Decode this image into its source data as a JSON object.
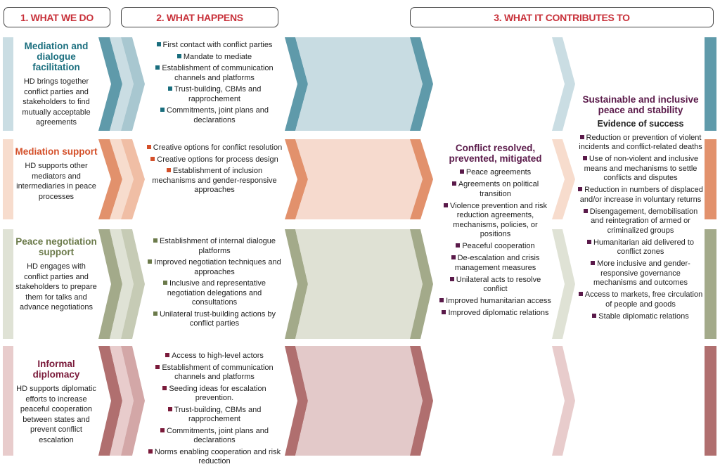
{
  "headers": [
    "1. WHAT WE DO",
    "2. WHAT HAPPENS",
    "3. WHAT IT CONTRIBUTES TO"
  ],
  "rows": [
    {
      "title": "Mediation and dialogue facilitation",
      "desc": "HD brings together conflict parties and stakeholders to find mutually acceptable agreements",
      "title_color": "#1a6e7e",
      "dark": "#5f9aaa",
      "light": "#cadde3",
      "mid": "#a8c7d0",
      "fill": "#c8dce2",
      "bullet": "#1a6e7e",
      "items": [
        "First contact with conflict parties",
        "Mandate to mediate",
        "Establishment of communication channels and platforms",
        "Trust-building, CBMs and rapprochement",
        "Commitments, joint plans and declarations"
      ]
    },
    {
      "title": "Mediation support",
      "desc": "HD supports other mediators and intermediaries in peace processes",
      "title_color": "#d4502a",
      "dark": "#e2916c",
      "light": "#f7dccd",
      "mid": "#f0bea5",
      "fill": "#f6dace",
      "bullet": "#d4502a",
      "items": [
        "Creative options for conflict resolution",
        "Creative options for process design",
        "Establishment of inclusion mechanisms and gender-responsive approaches"
      ]
    },
    {
      "title": "Peace negotiation support",
      "desc": "HD engages with conflict parties and stakeholders to prepare them for talks and advance negotiations",
      "title_color": "#6b7a4a",
      "dark": "#a3aa8a",
      "light": "#dfe2d5",
      "mid": "#c6cbb5",
      "fill": "#dfe1d4",
      "bullet": "#6b7a4a",
      "items": [
        "Establishment of internal dialogue platforms",
        "Improved negotiation techniques and approaches",
        "Inclusive and representative negotiation delegations and consultations",
        "Unilateral trust-building actions by conflict parties"
      ]
    },
    {
      "title": "Informal diplomacy",
      "desc": "HD supports diplomatic efforts to increase peaceful cooperation between states and prevent conflict escalation",
      "title_color": "#7a1a3a",
      "dark": "#b06f6f",
      "light": "#e8cccc",
      "mid": "#d3a7a7",
      "fill": "#e3c9c9",
      "bullet": "#7a1a3a",
      "items": [
        "Access to high-level actors",
        "Establishment of communication channels and platforms",
        "Seeding ideas for escalation prevention.",
        "Trust-building, CBMs and rapprochement",
        "Commitments, joint plans and declarations",
        "Norms enabling cooperation and risk reduction"
      ]
    }
  ],
  "outcome": {
    "title": "Conflict resolved, prevented, mitigated",
    "bullet": "#5a1a4a",
    "items": [
      "Peace agreements",
      "Agreements on political transition",
      "Violence prevention and risk reduction agreements, mechanisms, policies, or positions",
      "Peaceful cooperation",
      "De-escalation and crisis management measures",
      "Unilateral acts to resolve conflict",
      "Improved humanitarian access",
      "Improved diplomatic relations"
    ]
  },
  "impact": {
    "title": "Sustainable and inclusive peace and stability",
    "subtitle": "Evidence of success",
    "bullet": "#5a1a4a",
    "items": [
      "Reduction or prevention of violent incidents and conflict-related deaths",
      "Use of non-violent and inclusive means and mechanisms to settle conflicts and disputes",
      "Reduction in numbers of displaced and/or increase in voluntary returns",
      "Disengagement, demobilisation and reintegration of armed or criminalized groups",
      "Humanitarian aid delivered to conflict zones",
      "More inclusive and gender-responsive governance mechanisms and outcomes",
      "Access to markets, free circulation of people and goods",
      "Stable diplomatic relations"
    ]
  }
}
